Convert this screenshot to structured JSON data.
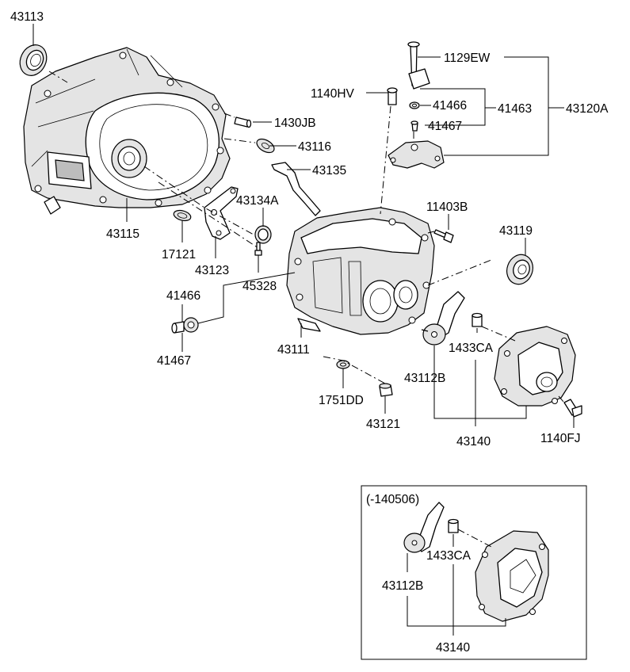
{
  "labels": {
    "p43113": "43113",
    "p1129EW": "1129EW",
    "p1140HV": "1140HV",
    "p41466_top": "41466",
    "p41463": "41463",
    "p43120A": "43120A",
    "p41467_top": "41467",
    "p1430JB": "1430JB",
    "p43116": "43116",
    "p43135": "43135",
    "p43134A": "43134A",
    "p11403B": "11403B",
    "p43115": "43115",
    "p17121": "17121",
    "p43123": "43123",
    "p43119": "43119",
    "p45328": "45328",
    "p41466_left": "41466",
    "p41467_left": "41467",
    "p43111": "43111",
    "p1433CA": "1433CA",
    "p43112B": "43112B",
    "p1751DD": "1751DD",
    "p43121": "43121",
    "p43140": "43140",
    "p1140FJ": "1140FJ"
  },
  "inset": {
    "note": "(-140506)",
    "p1433CA": "1433CA",
    "p43112B": "43112B",
    "p43140": "43140"
  },
  "colors": {
    "line": "#000000",
    "background": "#ffffff",
    "shading": "#e4e4e4"
  }
}
